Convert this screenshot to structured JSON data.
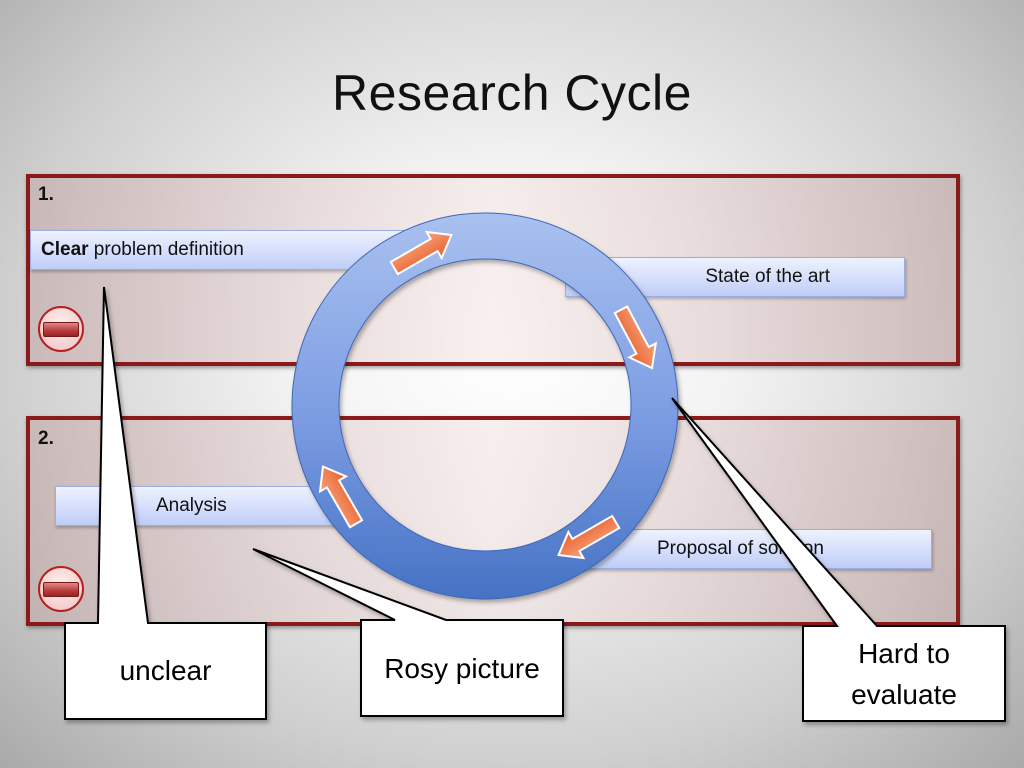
{
  "slide": {
    "title": "Research Cycle"
  },
  "panel_1": {
    "number": "1.",
    "bar_left_bold": "Clear",
    "bar_left_rest": " problem definition",
    "bar_right": "State of the art"
  },
  "panel_2": {
    "number": "2.",
    "bar_left": "Analysis",
    "bar_right": "Proposal of solution"
  },
  "callouts": {
    "unclear": "unclear",
    "rosy": "Rosy picture",
    "hard_line1": "Hard to",
    "hard_line2": "evaluate"
  },
  "icons": {
    "minus": "minus-icon",
    "arrow": "arrow-icon"
  },
  "colors": {
    "panel_border": "#8b1a1a",
    "ring_top": "#a9c1ef",
    "ring_bottom": "#4572c4",
    "arrow": "#f07a4a"
  }
}
